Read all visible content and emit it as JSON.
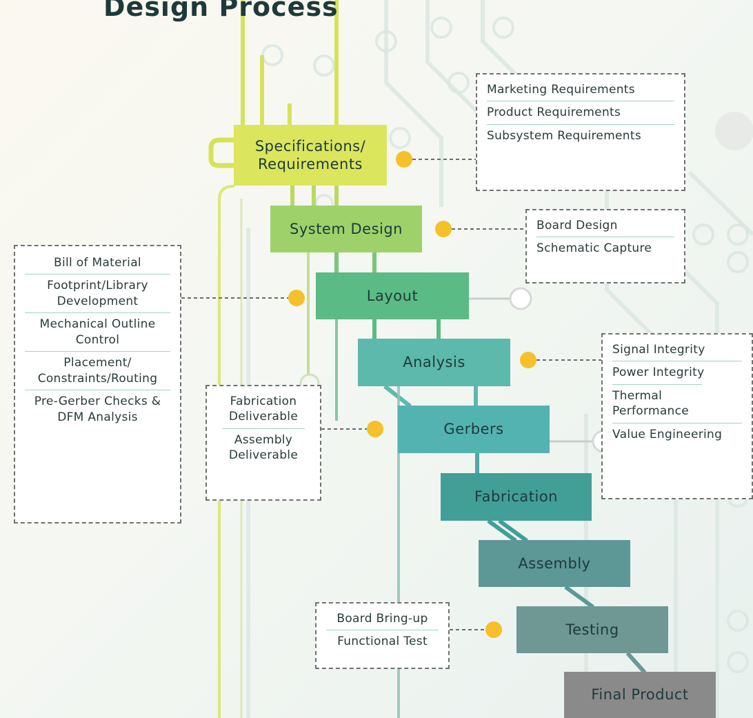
{
  "title": "Design Process",
  "stages": [
    {
      "id": "specs",
      "label": "Specifications/ Requirements",
      "color": "#dbe65c"
    },
    {
      "id": "system",
      "label": "System Design",
      "color": "#9fd16a"
    },
    {
      "id": "layout",
      "label": "Layout",
      "color": "#5bbb84"
    },
    {
      "id": "analysis",
      "label": "Analysis",
      "color": "#5cb9ab"
    },
    {
      "id": "gerbers",
      "label": "Gerbers",
      "color": "#53b3b1"
    },
    {
      "id": "fabrication",
      "label": "Fabrication",
      "color": "#419f98"
    },
    {
      "id": "assembly",
      "label": "Assembly",
      "color": "#5d9796"
    },
    {
      "id": "testing",
      "label": "Testing",
      "color": "#6f9895"
    },
    {
      "id": "final",
      "label": "Final Product",
      "color": "#8a8a8a"
    }
  ],
  "details": {
    "specs": [
      "Marketing Requirements",
      "Product Requirements",
      "Subsystem Requirements"
    ],
    "system": [
      "Board Design",
      "Schematic Capture"
    ],
    "layout": [
      "Bill of Material",
      "Footprint/Library Development",
      "Mechanical Outline Control",
      "Placement/ Constraints/Routing",
      "Pre-Gerber Checks & DFM Analysis"
    ],
    "analysis": [
      "Signal Integrity",
      "Power Integrity",
      "Thermal Performance",
      "Value Engineering"
    ],
    "gerbers": [
      "Fabrication Deliverable",
      "Assembly Deliverable"
    ],
    "testing": [
      "Board Bring-up",
      "Functional Test"
    ]
  },
  "colors": {
    "connector_dot": "#f5c02a",
    "dashed_border": "#707070",
    "divider": "#9fd3c2"
  }
}
